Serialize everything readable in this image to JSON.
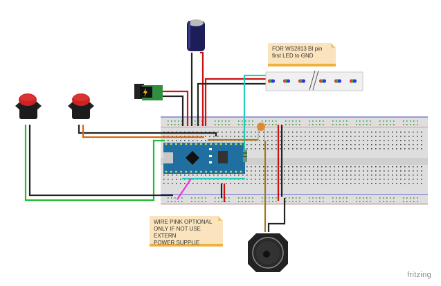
{
  "notes": {
    "ws2813": [
      "FOR WS2813 BI pin",
      "first LED to GND"
    ],
    "pink_wire": [
      "WIRE PINK OPTIONAL",
      "ONLY IF NOT USE EXTERN",
      "POWER SUPPLIE"
    ]
  },
  "brand": "fritzing",
  "components": [
    {
      "name": "push-button-1",
      "type": "push button",
      "color": "#cc2222"
    },
    {
      "name": "push-button-2",
      "type": "push button",
      "color": "#cc2222"
    },
    {
      "name": "dc-barrel-jack",
      "type": "power jack"
    },
    {
      "name": "electrolytic-capacitor",
      "type": "capacitor"
    },
    {
      "name": "ws2813-led-strip",
      "type": "LED strip"
    },
    {
      "name": "arduino-nano",
      "type": "microcontroller"
    },
    {
      "name": "resistor",
      "type": "resistor"
    },
    {
      "name": "ceramic-capacitor",
      "type": "capacitor"
    },
    {
      "name": "speaker",
      "type": "speaker"
    },
    {
      "name": "breadboard",
      "type": "breadboard"
    }
  ],
  "colors": {
    "wire_red": "#cc1111",
    "wire_black": "#222222",
    "wire_green": "#22bb33",
    "wire_orange": "#dd6611",
    "wire_cyan": "#22ccbb",
    "wire_pink": "#ee33dd",
    "wire_brown": "#a07a20",
    "breadboard": "#dcdcdc",
    "arduino": "#1f6fa0",
    "note_bg": "#fbe4bd",
    "note_border": "#f0b040"
  }
}
